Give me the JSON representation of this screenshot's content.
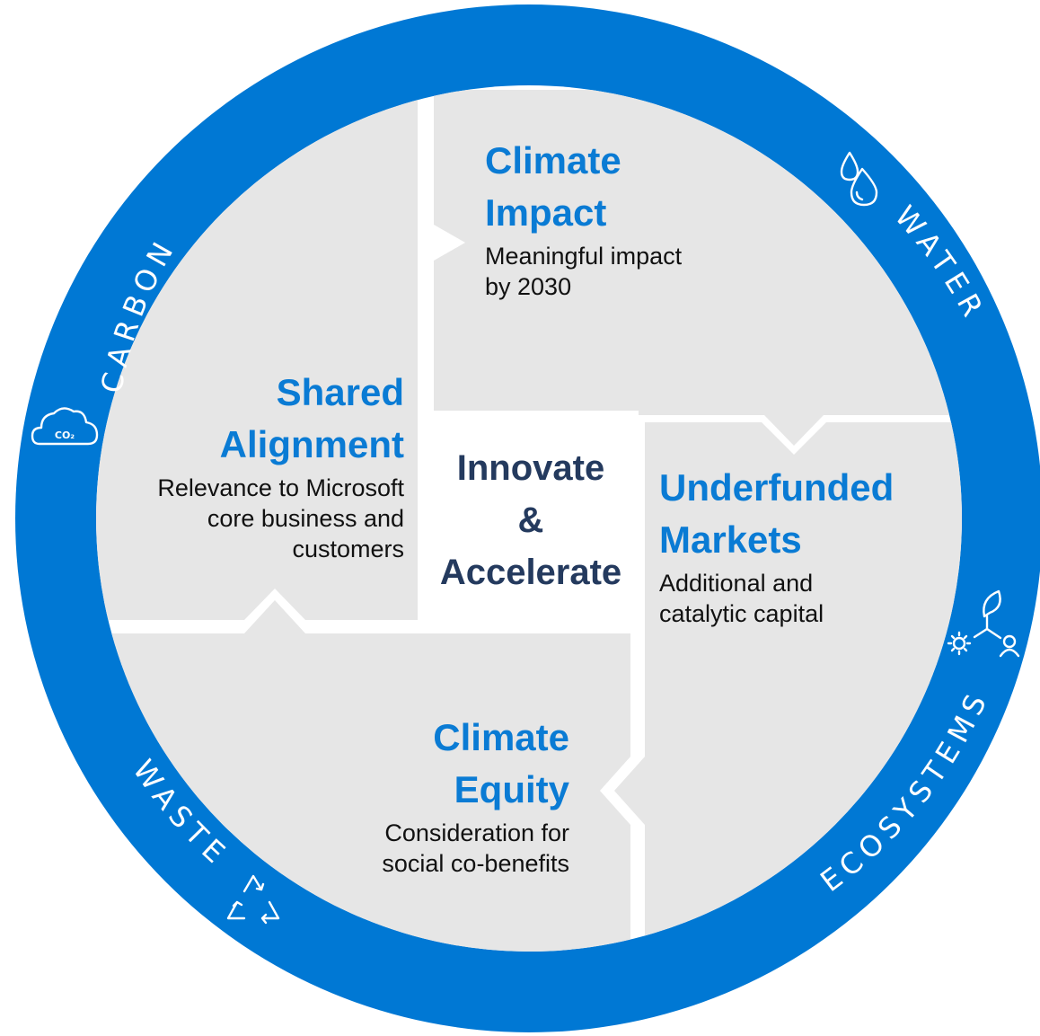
{
  "colors": {
    "ring": "#0078d4",
    "panel": "#e6e6e6",
    "heading": "#0a7bd4",
    "center": "#243a5e",
    "body": "#111111"
  },
  "ring_labels": {
    "carbon": "CARBON",
    "water": "WATER",
    "ecosystems": "ECOSYSTEMS",
    "waste": "WASTE"
  },
  "icons": {
    "carbon": "cloud-co2-icon",
    "water": "water-drops-icon",
    "ecosystems": "ecosystem-network-icon",
    "waste": "recycle-icon"
  },
  "carbon_icon_text": "CO₂",
  "center": {
    "line1": "Innovate",
    "line2": "&",
    "line3": "Accelerate"
  },
  "quadrants": {
    "climate_impact": {
      "title_line1": "Climate",
      "title_line2": "Impact",
      "desc_line1": "Meaningful impact",
      "desc_line2": "by 2030"
    },
    "shared_alignment": {
      "title_line1": "Shared",
      "title_line2": "Alignment",
      "desc_line1": "Relevance to Microsoft",
      "desc_line2": "core business and",
      "desc_line3": "customers"
    },
    "underfunded_markets": {
      "title_line1": "Underfunded",
      "title_line2": "Markets",
      "desc_line1": "Additional and",
      "desc_line2": "catalytic capital"
    },
    "climate_equity": {
      "title_line1": "Climate",
      "title_line2": "Equity",
      "desc_line1": "Consideration for",
      "desc_line2": "social co-benefits"
    }
  }
}
